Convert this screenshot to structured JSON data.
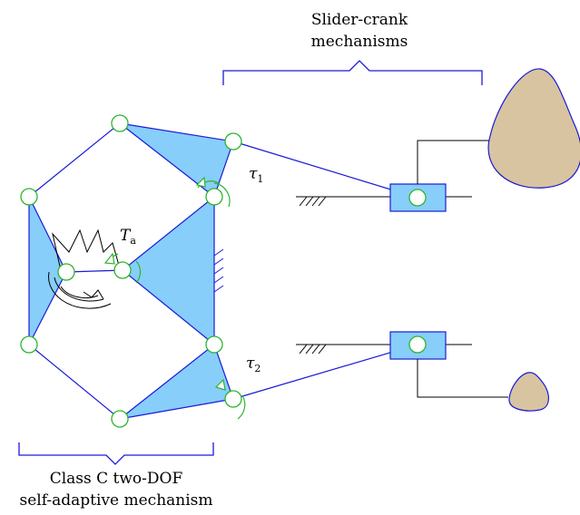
{
  "labels": {
    "top_bracket_line1": "Slider-crank",
    "top_bracket_line2": "mechanisms",
    "bottom_bracket_line1": "Class C two-DOF",
    "bottom_bracket_line2": "self-adaptive mechanism",
    "torque_a": "T",
    "torque_a_sub": "a",
    "tau1": "τ",
    "tau1_sub": "1",
    "tau2": "τ",
    "tau2_sub": "2"
  },
  "colors": {
    "link": "#1a1ad6",
    "link_fill": "#87cefa",
    "joint": "#2db52d",
    "object": "#d8c4a0",
    "bracket": "#1a1ad6"
  }
}
